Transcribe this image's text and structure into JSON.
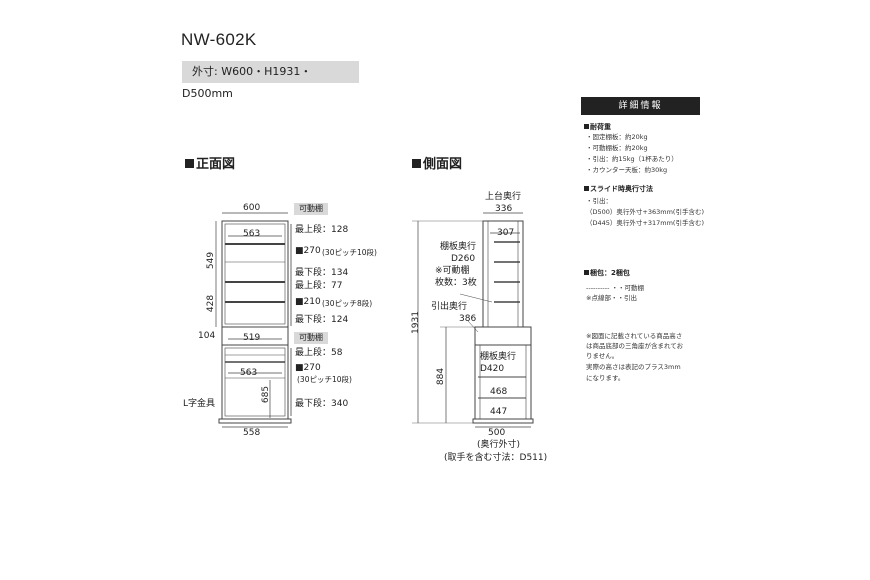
{
  "model": "NW-602K",
  "outer_dims": "外寸: W600・H1931・D500mm",
  "front": {
    "title": "正面図",
    "dims": {
      "width_top": "600",
      "upper_inner": "563",
      "h549": "549",
      "h428": "428",
      "h104": "104",
      "drawer": "519",
      "lower_inner": "563",
      "h685": "685",
      "width_bottom": "558"
    },
    "upper_tag": "可動棚",
    "upper_labels": [
      "最上段：128",
      "■270",
      "(30ピッチ10段)",
      "最下段：134",
      "最上段：77",
      "■210",
      "(30ピッチ8段)",
      "最下段：124"
    ],
    "lower_tag": "可動棚",
    "lower_labels": [
      "最上段：58",
      "■270",
      "(30ピッチ10段)",
      "最下段：340"
    ],
    "bracket_label": "L字金具"
  },
  "side": {
    "title": "側面図",
    "top_depth_label": "上台奥行",
    "top_depth": "336",
    "d307": "307",
    "shelf_depth_label": "棚板奥行",
    "shelf_depth": "D260",
    "movable_note": "※可動棚",
    "movable_count": "枚数：3枚",
    "drawer_depth_label": "引出奥行",
    "drawer_depth": "386",
    "h1931": "1931",
    "h884": "884",
    "lower_shelf_label": "棚板奥行",
    "lower_shelf_depth": "D420",
    "d468": "468",
    "d447": "447",
    "d500": "500",
    "depth_caption": "(奥行外寸)",
    "handle_caption": "(取手を含む寸法：D511)"
  },
  "details": {
    "header": "詳細情報",
    "load_title": "耐荷重",
    "load_items": [
      "・固定棚板：約20kg",
      "・可動棚板：約20kg",
      "・引出：約15kg（1杯あたり）",
      "・カウンター天板：約30kg"
    ],
    "slide_title": "スライド時奥行寸法",
    "slide_items": [
      "・引出：",
      "（D500）奥行外寸+363mm(引手含む)",
      "（D445）奥行外寸+317mm(引手含む)"
    ],
    "pack_title": "梱包：2梱包",
    "legend_line1": "---------- ・・可動棚",
    "legend_line2": "※点線部・・引出",
    "notes": [
      "※図面に記載されている商品高さ",
      "は商品底部の三角座が含まれてお",
      "りません。",
      "実際の高さは表記のプラス3mm",
      "になります。"
    ]
  }
}
